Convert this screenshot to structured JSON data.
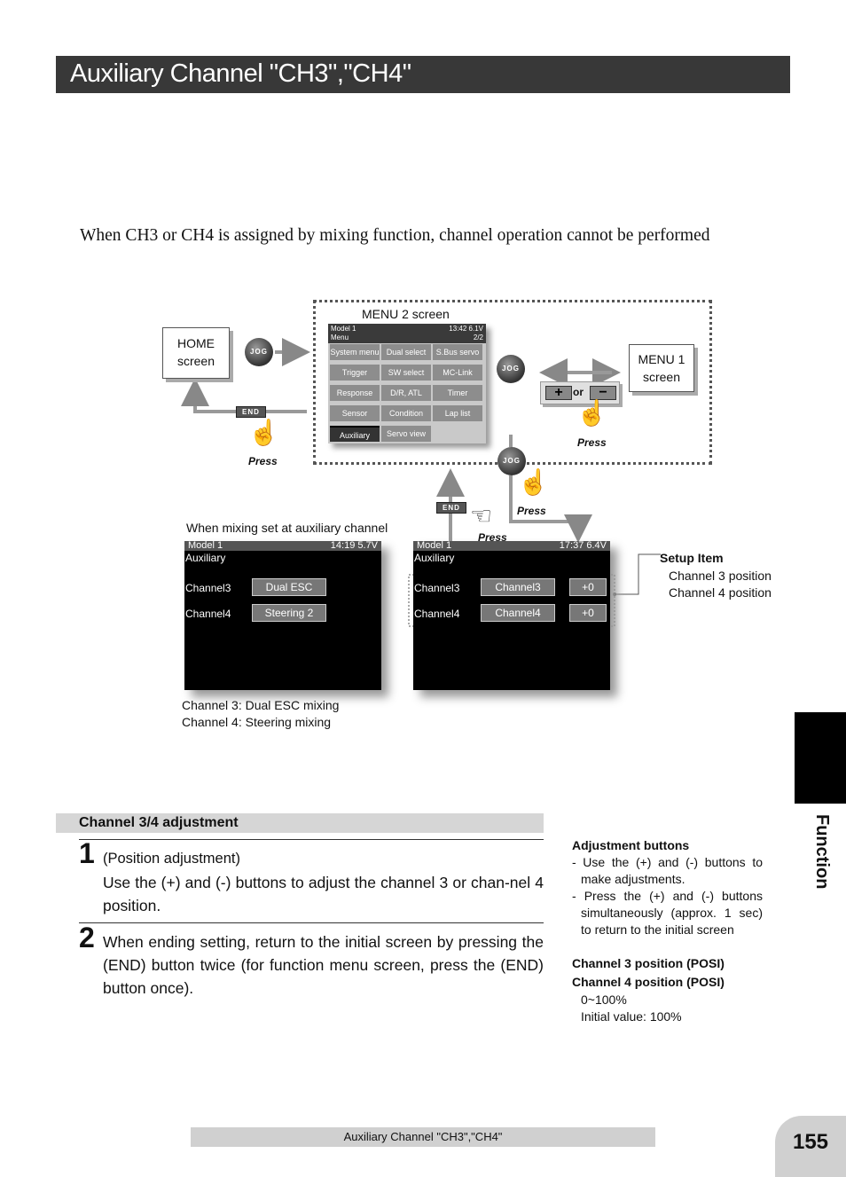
{
  "header": {
    "title": "Auxiliary Channel \"CH3\",\"CH4\""
  },
  "intro": "When CH3 or CH4 is assigned by mixing function, channel operation cannot be performed",
  "diagram": {
    "home_box": [
      "HOME",
      "screen"
    ],
    "menu2_label": "MENU 2 screen",
    "menu1_box": [
      "MENU 1",
      "screen"
    ],
    "jog_label": "JOG",
    "end_label": "END",
    "or_label": "or",
    "press": "Press",
    "menu2_screen": {
      "header_left_top": "Model 1",
      "header_right_top": "13:42 6.1V",
      "header_left": "Menu",
      "header_right": "2/2",
      "cells": [
        "System menu",
        "Dual select",
        "S.Bus servo",
        "Trigger",
        "SW select",
        "MC-Link",
        "Response",
        "D/R, ATL",
        "Timer",
        "Sensor",
        "Condition",
        "Lap list",
        "Auxiliary",
        "Servo view"
      ]
    },
    "mixing_note": "When mixing set at auxiliary channel",
    "screen_left": {
      "model": "Model 1",
      "status": "14:19 5.7V",
      "title": "Auxiliary",
      "row1_label": "Channel3",
      "row1_value": "Dual ESC",
      "row2_label": "Channel4",
      "row2_value": "Steering 2"
    },
    "screen_right": {
      "model": "Model 1",
      "status": "17:37 6.4V",
      "title": "Auxiliary",
      "row1_label": "Channel3",
      "row1_value": "Channel3",
      "row1_pos": "+0",
      "row2_label": "Channel4",
      "row2_value": "Channel4",
      "row2_pos": "+0"
    },
    "setup_item": {
      "title": "Setup Item",
      "line1": "Channel 3  position",
      "line2": "Channel 4  position"
    },
    "caption": [
      "Channel 3: Dual ESC mixing",
      "Channel 4: Steering mixing"
    ]
  },
  "section": {
    "title": "Channel 3/4 adjustment"
  },
  "steps": [
    {
      "num": "1",
      "line1": "(Position adjustment)",
      "text": "Use the (+) and (-) buttons to adjust the channel 3 or chan-nel 4 position."
    },
    {
      "num": "2",
      "text": "When ending setting, return to the initial screen by pressing the (END) button twice (for function menu screen, press the (END) button once)."
    }
  ],
  "side": {
    "adj_title": "Adjustment buttons",
    "adj_items": [
      "- Use the (+) and (-) buttons to make adjustments.",
      "- Press the (+) and (-) buttons simultaneously (approx. 1 sec) to return to the initial screen"
    ],
    "posi1": "Channel 3 position (POSI)",
    "posi2": "Channel 4 position (POSI)",
    "range": "0~100%",
    "initial": "Initial value: 100%"
  },
  "tab": "Function",
  "footer": "Auxiliary Channel  \"CH3\",\"CH4\"",
  "page_number": "155"
}
